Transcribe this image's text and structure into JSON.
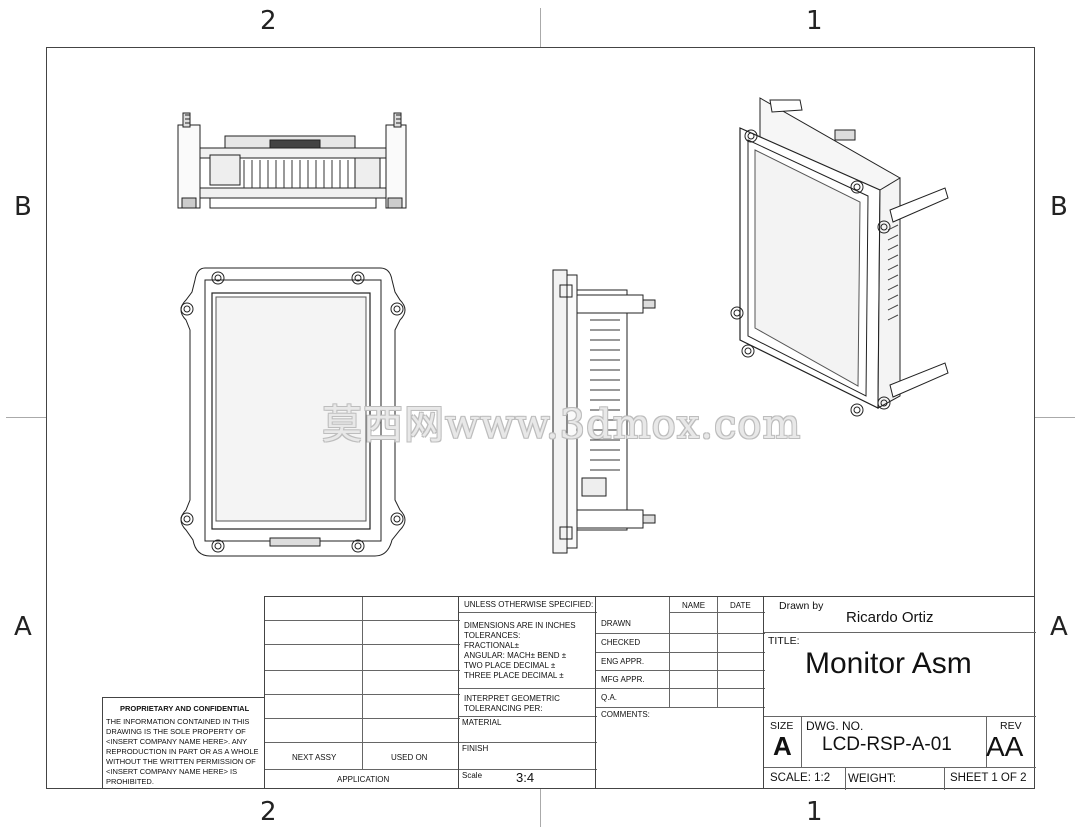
{
  "zones": {
    "top": [
      "2",
      "1"
    ],
    "bottom": [
      "2",
      "1"
    ],
    "left": [
      "B",
      "A"
    ],
    "right": [
      "B",
      "A"
    ]
  },
  "watermark": "莫西网www.3dmox.com",
  "proprietary": {
    "title": "PROPRIETARY AND CONFIDENTIAL",
    "lines": [
      "THE INFORMATION CONTAINED IN THIS",
      "DRAWING IS THE SOLE PROPERTY OF",
      "<INSERT COMPANY NAME HERE>.  ANY",
      "REPRODUCTION IN PART OR AS A WHOLE",
      "WITHOUT THE WRITTEN PERMISSION OF",
      "<INSERT COMPANY NAME HERE> IS",
      "PROHIBITED."
    ]
  },
  "application": {
    "next_assy": "NEXT ASSY",
    "used_on": "USED ON",
    "label": "APPLICATION"
  },
  "tolerances": {
    "header": "UNLESS OTHERWISE SPECIFIED:",
    "lines": [
      "DIMENSIONS ARE IN INCHES",
      "TOLERANCES:",
      "FRACTIONAL±",
      "ANGULAR: MACH±    BEND ±",
      "TWO PLACE DECIMAL    ±",
      "THREE PLACE DECIMAL  ±"
    ],
    "interpret": [
      "INTERPRET GEOMETRIC",
      "TOLERANCING PER:"
    ],
    "material": "MATERIAL",
    "finish": "FINISH",
    "scale_label": "Scale",
    "scale_value": "3:4"
  },
  "signoff": {
    "name_header": "NAME",
    "date_header": "DATE",
    "rows": [
      "DRAWN",
      "CHECKED",
      "ENG APPR.",
      "MFG APPR.",
      "Q.A."
    ],
    "comments": "COMMENTS:"
  },
  "title_block": {
    "drawn_by_label": "Drawn by",
    "drawn_by": "Ricardo Ortiz",
    "title_label": "TITLE:",
    "title": "Monitor Asm",
    "size_label": "SIZE",
    "size": "A",
    "dwg_no_label": "DWG.  NO.",
    "dwg_no": "LCD-RSP-A-01",
    "rev_label": "REV",
    "rev": "AA",
    "scale": "SCALE: 1:2",
    "weight": "WEIGHT:",
    "sheet": "SHEET 1 OF 2"
  }
}
